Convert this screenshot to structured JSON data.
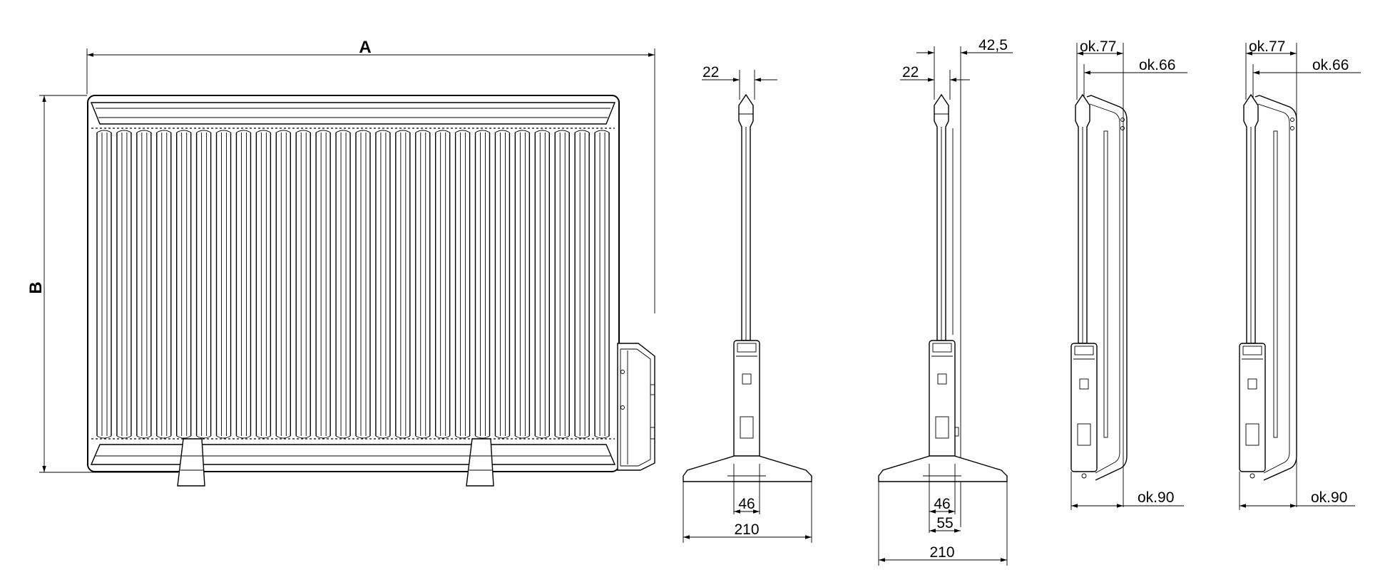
{
  "front_view": {
    "width_label": "A",
    "height_label": "B"
  },
  "side_view_1": {
    "top_dim": "22",
    "base_inner_dim": "46",
    "base_width_dim": "210"
  },
  "side_view_2": {
    "top_dim_outer": "42,5",
    "top_dim_inner": "22",
    "base_inner_dim": "46",
    "base_mid_dim": "55",
    "base_width_dim": "210"
  },
  "side_view_3": {
    "top_dim_outer": "ok.77",
    "top_dim_inner": "ok.66",
    "depth_dim": "ok.90"
  },
  "side_view_4": {
    "top_dim_outer": "ok.77",
    "top_dim_inner": "ok.66",
    "depth_dim": "ok.90"
  }
}
